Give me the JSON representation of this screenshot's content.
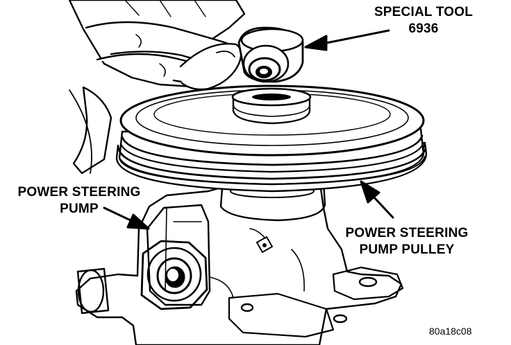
{
  "labels": {
    "special_tool": {
      "line1": "SPECIAL TOOL",
      "line2": "6936"
    },
    "pump": {
      "line1": "POWER STEERING",
      "line2": "PUMP"
    },
    "pulley": {
      "line1": "POWER STEERING",
      "line2": "PUMP PULLEY"
    }
  },
  "figure_code": "80a18c08",
  "colors": {
    "ink": "#000000",
    "paper": "#ffffff"
  }
}
